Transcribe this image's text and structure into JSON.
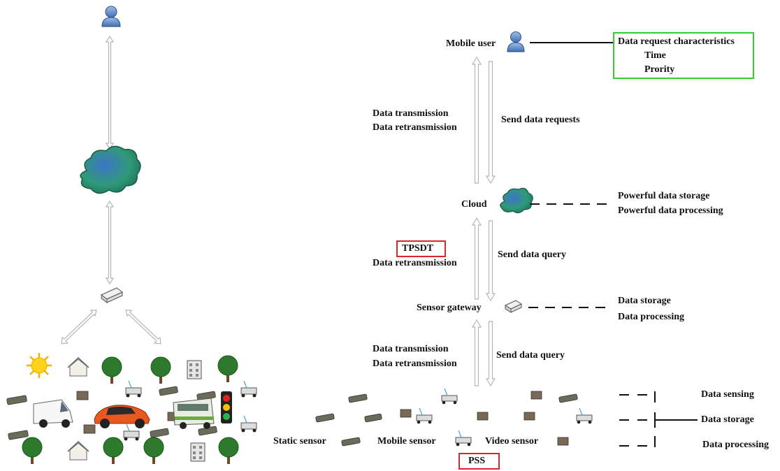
{
  "right": {
    "mobile_user": "Mobile user",
    "cloud": "Cloud",
    "sensor_gateway": "Sensor gateway",
    "data_transmission_1": "Data transmission",
    "data_retransmission_1": "Data retransmission",
    "send_data_requests": "Send data requests",
    "tpsdt": "TPSDT",
    "data_retransmission_2": "Data retransmission",
    "send_data_query_1": "Send data query",
    "data_transmission_3": "Data transmission",
    "data_retransmission_3": "Data retransmission",
    "send_data_query_2": "Send data query",
    "static_sensor": "Static sensor",
    "mobile_sensor": "Mobile sensor",
    "video_sensor": "Video sensor",
    "pss": "PSS"
  },
  "side": {
    "req_title": "Data request characteristics",
    "req_time": "Time",
    "req_priority": "Prority",
    "cloud_storage": "Powerful data storage",
    "cloud_processing": "Powerful data processing",
    "gw_storage": "Data storage",
    "gw_processing": "Data processing",
    "sensing": "Data sensing",
    "storage": "Data storage",
    "processing": "Data processing"
  },
  "colors": {
    "red_box": "#d9262c",
    "green_box": "#33cc33",
    "cloud_fill": "#2f8f7a",
    "user_blue": "#4f80c0"
  }
}
